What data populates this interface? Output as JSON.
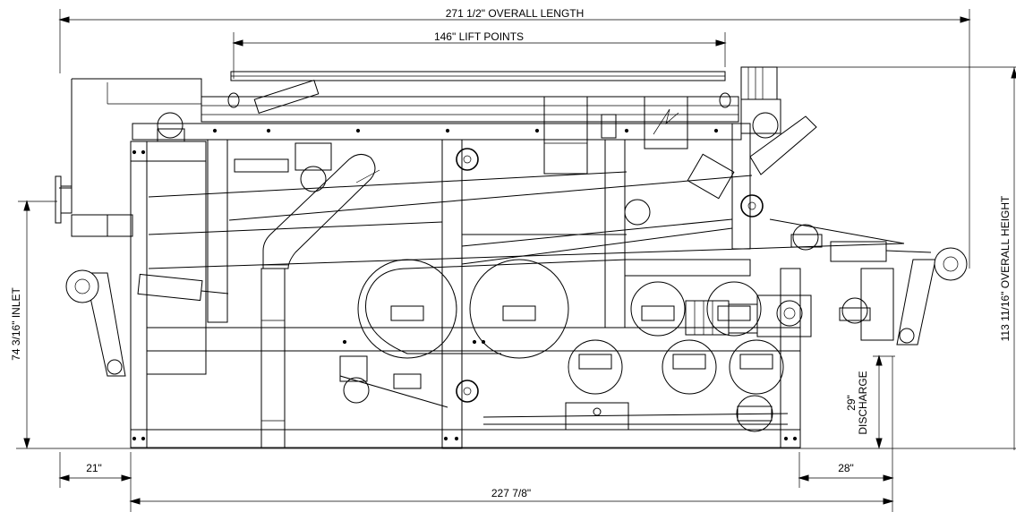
{
  "dimensions": {
    "overall_length": "271 1/2\" OVERALL LENGTH",
    "lift_points": "146\" LIFT POINTS",
    "overall_height": "113 11/16\" OVERALL HEIGHT",
    "inlet": "74 3/16\" INLET",
    "discharge_value": "29\"",
    "discharge_label": "DISCHARGE",
    "left_offset": "21\"",
    "right_offset": "28\"",
    "base_length": "227 7/8\""
  }
}
